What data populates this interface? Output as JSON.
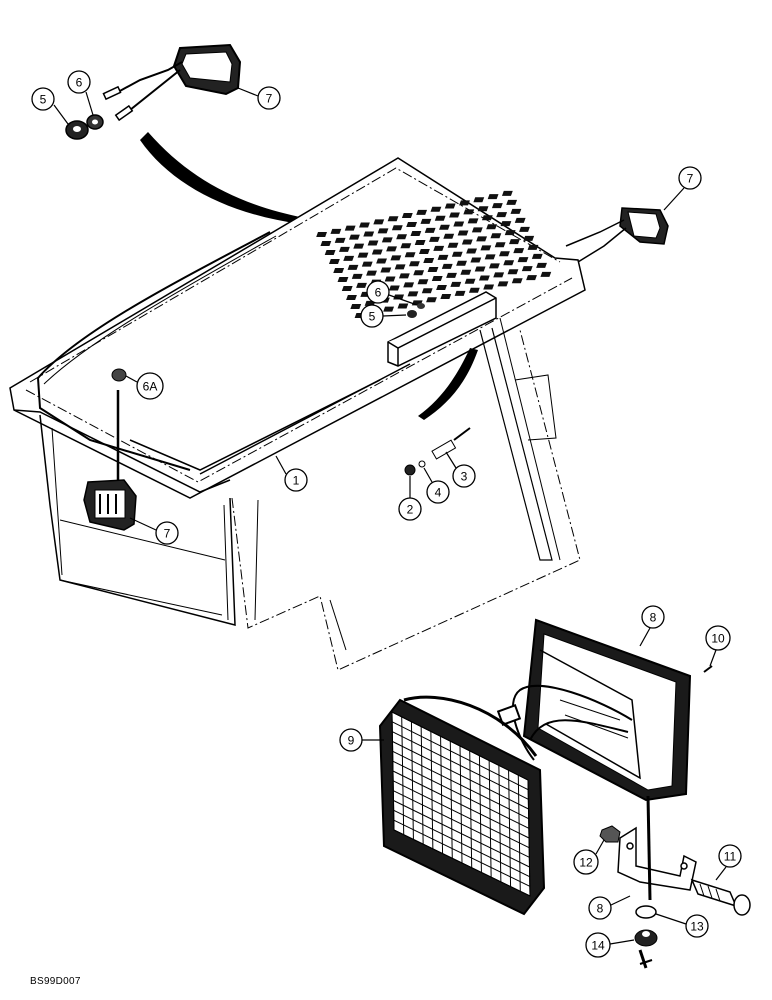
{
  "figure_id": "BS99D007",
  "callouts": [
    {
      "id": "c-5-top",
      "label": "5"
    },
    {
      "id": "c-6-top",
      "label": "6"
    },
    {
      "id": "c-7-top",
      "label": "7"
    },
    {
      "id": "c-7-right",
      "label": "7"
    },
    {
      "id": "c-6-mid",
      "label": "6"
    },
    {
      "id": "c-5-mid",
      "label": "5"
    },
    {
      "id": "c-6a",
      "label": "6A"
    },
    {
      "id": "c-1",
      "label": "1"
    },
    {
      "id": "c-3",
      "label": "3"
    },
    {
      "id": "c-4",
      "label": "4"
    },
    {
      "id": "c-2",
      "label": "2"
    },
    {
      "id": "c-7-left",
      "label": "7"
    },
    {
      "id": "c-8-top",
      "label": "8"
    },
    {
      "id": "c-10",
      "label": "10"
    },
    {
      "id": "c-9",
      "label": "9"
    },
    {
      "id": "c-12",
      "label": "12"
    },
    {
      "id": "c-11",
      "label": "11"
    },
    {
      "id": "c-8-bot",
      "label": "8"
    },
    {
      "id": "c-13",
      "label": "13"
    },
    {
      "id": "c-14",
      "label": "14"
    }
  ]
}
